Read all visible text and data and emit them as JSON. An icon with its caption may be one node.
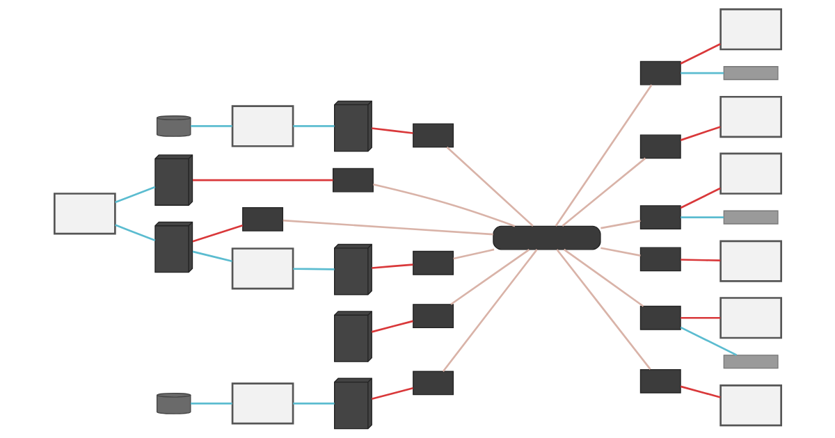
{
  "diagram": {
    "nodes": [
      {
        "text": [],
        "shape": "switch"
      },
      {
        "text": [],
        "shape": "camera"
      },
      {
        "text": [],
        "shape": "monitor"
      },
      {
        "text": [],
        "shape": "monitor"
      },
      {
        "text": [],
        "shape": "computer"
      },
      {
        "text": [],
        "shape": "computer"
      },
      {
        "text": [],
        "shape": "box"
      },
      {
        "text": [],
        "shape": "box"
      },
      {
        "text": [],
        "shape": "computer"
      },
      {
        "text": [],
        "shape": "computer"
      },
      {
        "text": [],
        "shape": "box"
      },
      {
        "text": [],
        "shape": "box"
      },
      {
        "text": [],
        "shape": "camera"
      },
      {
        "text": [],
        "shape": "monitor"
      },
      {
        "text": [],
        "shape": "monitor"
      },
      {
        "text": [],
        "shape": "computer"
      },
      {
        "text": [],
        "shape": "computer"
      },
      {
        "text": [],
        "shape": "box"
      },
      {
        "text": [],
        "shape": "box"
      },
      {
        "text": [],
        "shape": "box"
      },
      {
        "text": [],
        "shape": "box"
      },
      {
        "text": [],
        "shape": "monitor"
      },
      {
        "text": [],
        "shape": "monitor"
      },
      {
        "text": [],
        "shape": "keyboard"
      },
      {
        "text": [],
        "shape": "box"
      },
      {
        "text": [],
        "shape": "box"
      },
      {
        "text": [],
        "shape": "monitor"
      },
      {
        "text": [],
        "shape": "monitor"
      },
      {
        "text": [],
        "shape": "keyboard"
      },
      {
        "text": [],
        "shape": "box"
      },
      {
        "text": [],
        "shape": "box"
      },
      {
        "text": [],
        "shape": "monitor"
      },
      {
        "text": [],
        "shape": "monitor"
      },
      {
        "text": [],
        "shape": "keyboard"
      }
    ],
    "edges": [
      {
        "from": 1,
        "to": 2,
        "arrow": "none",
        "color": "#5bbcd0"
      },
      {
        "from": 2,
        "to": 4,
        "arrow": "none",
        "color": "#5bbcd0"
      },
      {
        "from": 3,
        "to": 5,
        "arrow": "none",
        "color": "#5bbcd0"
      },
      {
        "from": 3,
        "to": 8,
        "arrow": "none",
        "color": "#5bbcd0"
      },
      {
        "from": 4,
        "to": 6,
        "arrow": "none",
        "color": "#d9383a"
      },
      {
        "from": 5,
        "to": 7,
        "arrow": "none",
        "color": "#d9383a"
      },
      {
        "from": 6,
        "to": 0,
        "arrow": "none",
        "color": "#d9b3a8"
      },
      {
        "from": 7,
        "to": 0,
        "arrow": "none",
        "color": "#d9b3a8"
      },
      {
        "from": 8,
        "to": 10,
        "arrow": "none",
        "color": "#d9383a"
      },
      {
        "from": 9,
        "to": 11,
        "arrow": "none",
        "color": "#d9383a"
      },
      {
        "from": 10,
        "to": 0,
        "arrow": "none",
        "color": "#d9b3a8"
      },
      {
        "from": 11,
        "to": 0,
        "arrow": "none",
        "color": "#d9b3a8"
      },
      {
        "from": 8,
        "to": 13,
        "arrow": "none",
        "color": "#5bbcd0"
      },
      {
        "from": 12,
        "to": 14,
        "arrow": "none",
        "color": "#5bbcd0"
      },
      {
        "from": 13,
        "to": 15,
        "arrow": "none",
        "color": "#5bbcd0"
      },
      {
        "from": 14,
        "to": 16,
        "arrow": "none",
        "color": "#5bbcd0"
      },
      {
        "from": 15,
        "to": 17,
        "arrow": "none",
        "color": "#d9383a"
      },
      {
        "from": 16,
        "to": 18,
        "arrow": "none",
        "color": "#d9383a"
      },
      {
        "from": 17,
        "to": 0,
        "arrow": "none",
        "color": "#d9b3a8"
      },
      {
        "from": 18,
        "to": 0,
        "arrow": "none",
        "color": "#d9b3a8"
      },
      {
        "from": 0,
        "to": 19,
        "arrow": "none",
        "color": "#d9b3a8"
      },
      {
        "from": 0,
        "to": 20,
        "arrow": "none",
        "color": "#d9b3a8"
      },
      {
        "from": 19,
        "to": 21,
        "arrow": "none",
        "color": "#d9383a"
      },
      {
        "from": 20,
        "to": 22,
        "arrow": "none",
        "color": "#d9383a"
      },
      {
        "from": 19,
        "to": 23,
        "arrow": "none",
        "color": "#5bbcd0"
      },
      {
        "from": 0,
        "to": 24,
        "arrow": "none",
        "color": "#d9b3a8"
      },
      {
        "from": 0,
        "to": 25,
        "arrow": "none",
        "color": "#d9b3a8"
      },
      {
        "from": 24,
        "to": 26,
        "arrow": "none",
        "color": "#d9383a"
      },
      {
        "from": 25,
        "to": 27,
        "arrow": "none",
        "color": "#d9383a"
      },
      {
        "from": 24,
        "to": 28,
        "arrow": "none",
        "color": "#5bbcd0"
      },
      {
        "from": 0,
        "to": 29,
        "arrow": "none",
        "color": "#d9b3a8"
      },
      {
        "from": 0,
        "to": 30,
        "arrow": "none",
        "color": "#d9b3a8"
      },
      {
        "from": 29,
        "to": 31,
        "arrow": "none",
        "color": "#d9383a"
      },
      {
        "from": 30,
        "to": 32,
        "arrow": "none",
        "color": "#d9383a"
      },
      {
        "from": 29,
        "to": 33,
        "arrow": "none",
        "color": "#5bbcd0"
      }
    ]
  }
}
